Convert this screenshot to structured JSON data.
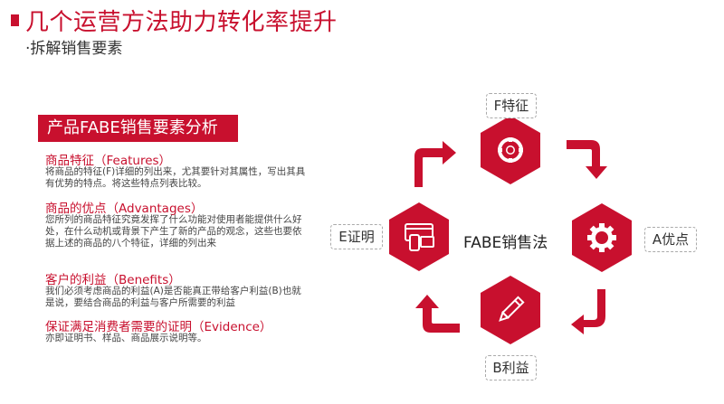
{
  "header": {
    "title": "几个运营方法助力转化率提升",
    "subtitle": "·拆解销售要素"
  },
  "panel": {
    "banner": "产品FABE销售要素分析",
    "sections": [
      {
        "heading": "商品特征（Features）",
        "body": "将商品的特征(F)详细的列出来，尤其要针对其属性，写出其具有优势的特点。将这些特点列表比较。"
      },
      {
        "heading": "商品的优点（Advantages）",
        "body": "您所列的商品特征究竟发挥了什么功能对使用者能提供什么好处，在什么动机或背景下产生了新的产品的观念，这些也要依据上述的商品的八个特征，详细的列出来"
      },
      {
        "heading": "客户的利益（Benefits）",
        "body": "我们必须考虑商品的利益(A)是否能真正带给客户利益(B)也就是说，要结合商品的利益与客户所需要的利益"
      },
      {
        "heading": "保证满足消费者需要的证明（Evidence）",
        "body": "亦即证明书、样品、商品展示说明等。"
      }
    ]
  },
  "cycle": {
    "center_label": "FABE销售法",
    "accent_color": "#c8102e",
    "nodes": [
      {
        "key": "F",
        "label": "F特征",
        "icon": "lifebuoy-icon"
      },
      {
        "key": "A",
        "label": "A优点",
        "icon": "gear-icon"
      },
      {
        "key": "B",
        "label": "B利益",
        "icon": "pencil-icon"
      },
      {
        "key": "E",
        "label": "E证明",
        "icon": "devices-icon"
      }
    ],
    "arrows": [
      "arrow-e-to-f",
      "arrow-f-to-a",
      "arrow-a-to-b",
      "arrow-b-to-e"
    ]
  }
}
